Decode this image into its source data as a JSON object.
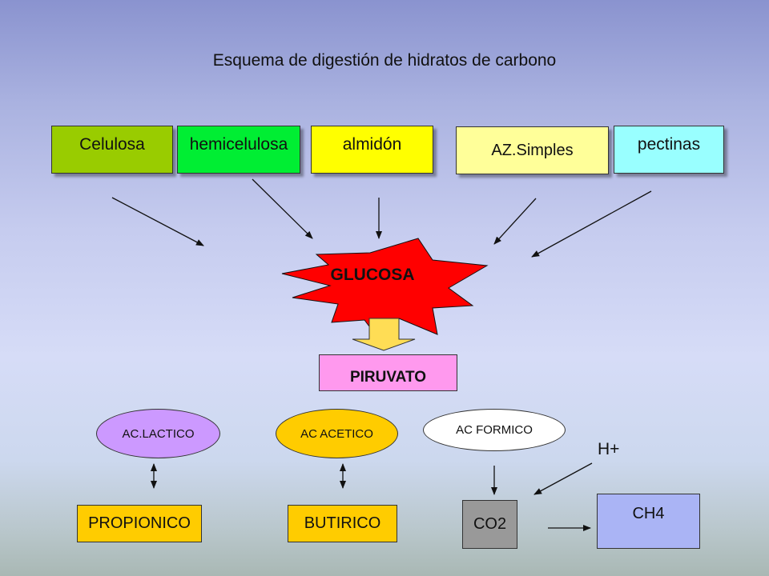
{
  "title": "Esquema de digestión de hidratos de carbono",
  "sources": {
    "celulosa": "Celulosa",
    "hemicelulosa": "hemicelulosa",
    "almidon": "almidón",
    "az_simples": "AZ.Simples",
    "pectinas": "pectinas"
  },
  "center": "GLUCOSA",
  "piruvato": "PIRUVATO",
  "acids": {
    "lactico": "AC.LACTICO",
    "acetico": "AC ACETICO",
    "formico": "AC FORMICO"
  },
  "products": {
    "propionico": "PROPIONICO",
    "butirico": "BUTIRICO",
    "co2": "CO2",
    "ch4": "CH4"
  },
  "hplus": "H+",
  "colors": {
    "celulosa": "#99cc00",
    "hemicelulosa": "#00ee33",
    "almidon": "#ffff00",
    "az_simples": "#ffff99",
    "pectinas": "#99ffff",
    "glucosa": "#ff0000",
    "piruvato": "#ff99ee",
    "lactico": "#cc99ff",
    "acetico": "#ffcc00",
    "formico": "#ffffff",
    "propionico": "#ffcc00",
    "butirico": "#ffcc00",
    "co2": "#999999",
    "ch4": "#aab4f5"
  }
}
